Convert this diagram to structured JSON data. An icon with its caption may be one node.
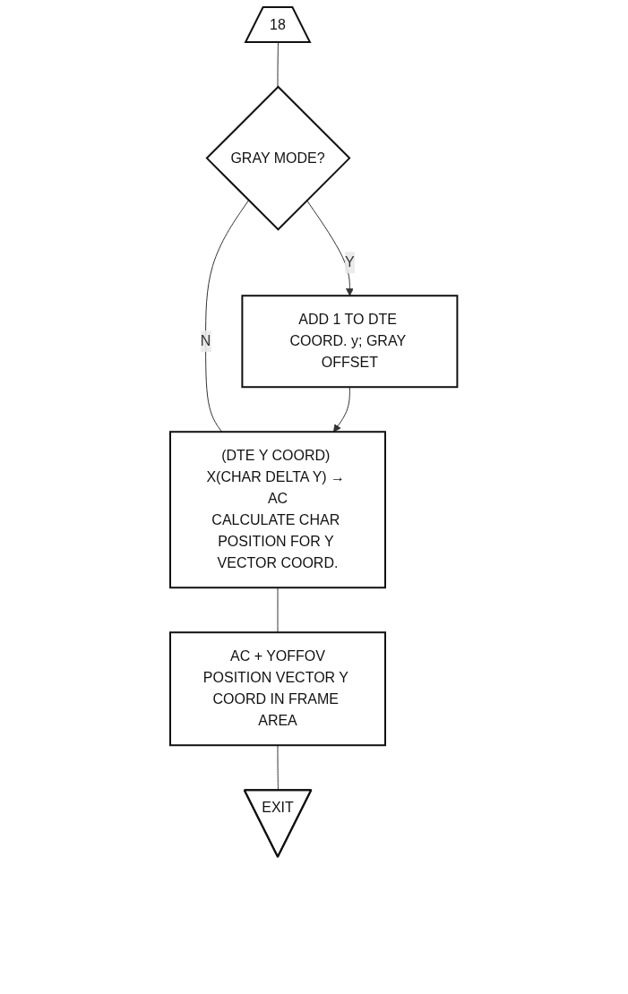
{
  "diagram": {
    "nodes": [
      {
        "text": [
          "18"
        ]
      },
      {
        "text": [
          "GRAY MODE?"
        ]
      },
      {
        "text": [
          "ADD 1 TO DTE COORD. y; GRAY OFFSET"
        ]
      },
      {
        "text": [
          "(DTE Y COORD) X(CHAR DELTA Y) → AC",
          "CALCULATE CHAR POSITION FOR Y VECTOR COORD."
        ]
      },
      {
        "text": [
          "AC + YOFFOV",
          "POSITION VECTOR Y COORD IN FRAME AREA"
        ]
      },
      {
        "text": [
          "EXIT"
        ]
      }
    ],
    "edges": [
      {
        "from": 0,
        "to": 1,
        "arrow": "none"
      },
      {
        "from": 1,
        "to": 2,
        "arrow": "to",
        "label": "Y"
      },
      {
        "from": 1,
        "to": 3,
        "arrow": "none",
        "label": "N"
      },
      {
        "from": 2,
        "to": 3,
        "arrow": "to"
      },
      {
        "from": 3,
        "to": 4,
        "arrow": "none"
      },
      {
        "from": 4,
        "to": 5,
        "arrow": "none"
      }
    ]
  }
}
